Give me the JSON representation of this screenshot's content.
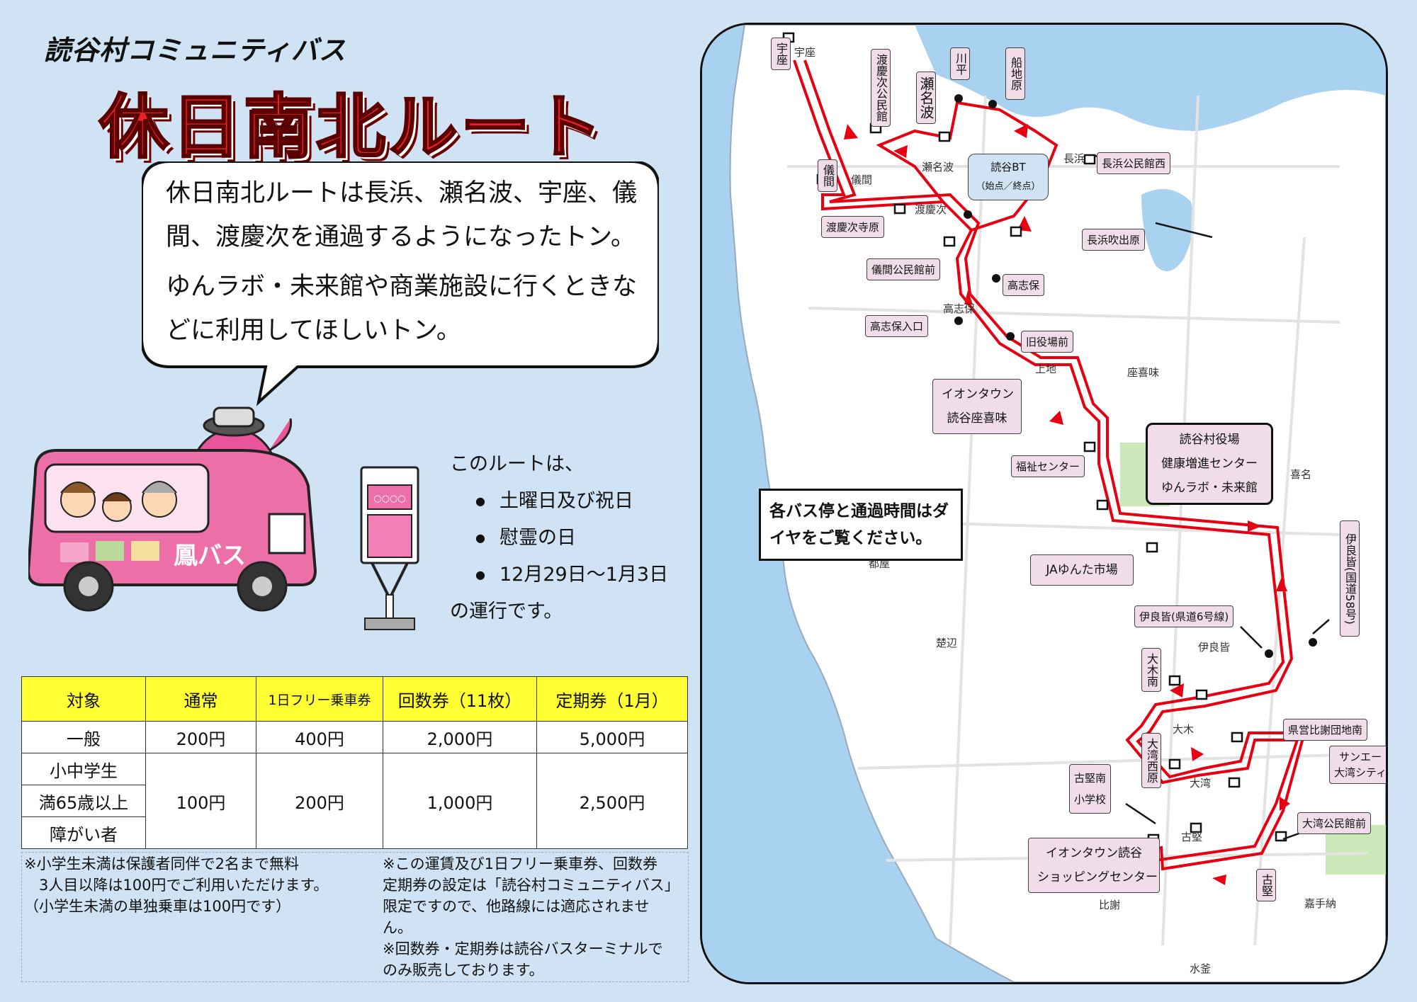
{
  "header": {
    "subtitle": "読谷村コミュニティバス",
    "title": "休日南北ルート"
  },
  "bubble": {
    "line1": "休日南北ルートは長浜、瀬名波、宇座、儀間、渡慶次を通過するようになったトン。",
    "line2": "ゆんラボ・未来館や商業施設に行くときなどに利用してほしいトン。"
  },
  "bus": {
    "logo": "鳳バス",
    "busstop_label": "○○○○"
  },
  "operation": {
    "intro": "このルートは、",
    "days": [
      "土曜日及び祝日",
      "慰霊の日",
      "12月29日～1月3日"
    ],
    "outro": "の運行です。"
  },
  "fare_table": {
    "headers": [
      "対象",
      "通常",
      "1日フリー乗車券",
      "回数券（11枚）",
      "定期券（1月）"
    ],
    "general": {
      "label": "一般",
      "values": [
        "200円",
        "400円",
        "2,000円",
        "5,000円"
      ]
    },
    "reduced": {
      "labels": [
        "小中学生",
        "満65歳以上",
        "障がい者"
      ],
      "values": [
        "100円",
        "200円",
        "1,000円",
        "2,500円"
      ]
    }
  },
  "notes": {
    "left": [
      "※小学生未満は保護者同伴で2名まで無料",
      "　3人目以降は100円でご利用いただけます。",
      "（小学生未満の単独乗車は100円です）"
    ],
    "right": [
      "※この運賃及び1日フリー乗車券、回数券",
      "定期券の設定は「読谷村コミュニティバス」",
      "限定ですので、他路線には適応されませ",
      "ん。",
      "※回数券・定期券は読谷バスターミナルで",
      "のみ販売しております。"
    ]
  },
  "map": {
    "note": "各バス停と通過時間はダイヤをご覧ください。",
    "stops": {
      "uza": "宇座",
      "tokeshi_kominkan": "渡慶次公民館",
      "sesoko": "瀬名波",
      "kawahira": "川平",
      "funatobaru": "船地原",
      "gima": "儀間",
      "yomitan_bt": "読谷BT",
      "yomitan_bt_sub": "（始点／終点）",
      "nagahama_west": "長浜公民館西",
      "tokeshi_jibaru": "渡慶次寺原",
      "nagahama_fukidebaru": "長浜吹出原",
      "gima_kominkan": "儀間公民館前",
      "takashiho": "高志保",
      "takashiho_iriguchi": "高志保入口",
      "kyu_yakuba": "旧役場前",
      "aeon_zakimi": "イオンタウン読谷座喜味",
      "aeon_zakimi_1": "イオンタウン",
      "aeon_zakimi_2": "読谷座喜味",
      "fukushi": "福祉センター",
      "yakuba_1": "読谷村役場",
      "yakuba_2": "健康増進センター",
      "yakuba_3": "ゆんラボ・未来館",
      "ja": "JAゆんた市場",
      "irabaru_route6": "伊良皆(県道6号線)",
      "irabaru_route58": "伊良皆(国道58号)",
      "ooki_minami": "大木南",
      "oowan_nishibaru": "大湾西原",
      "higa_jichibaru": "県営比謝団地南",
      "sanA_1": "サンエー",
      "sanA_2": "大湾シティ",
      "furugen_1": "古堅南",
      "furugen_2": "小学校",
      "oowan_kominkan": "大湾公民館前",
      "aeon_yomitan_1": "イオンタウン読谷",
      "aeon_yomitan_2": "ショッピングセンター",
      "furugen": "古堅"
    },
    "towns": [
      "宇座",
      "瀬名波",
      "長浜",
      "儀間",
      "渡慶次",
      "高志保",
      "上地",
      "座喜味",
      "喜名",
      "都屋",
      "楚辺",
      "伊良皆",
      "大木",
      "大湾",
      "比謝",
      "古堅",
      "嘉手納",
      "水釜",
      "伊良皆"
    ],
    "colors": {
      "route": "#e60012",
      "sea": "#a9d2f0",
      "land": "#ffffff",
      "park": "#cbe8b8"
    }
  }
}
